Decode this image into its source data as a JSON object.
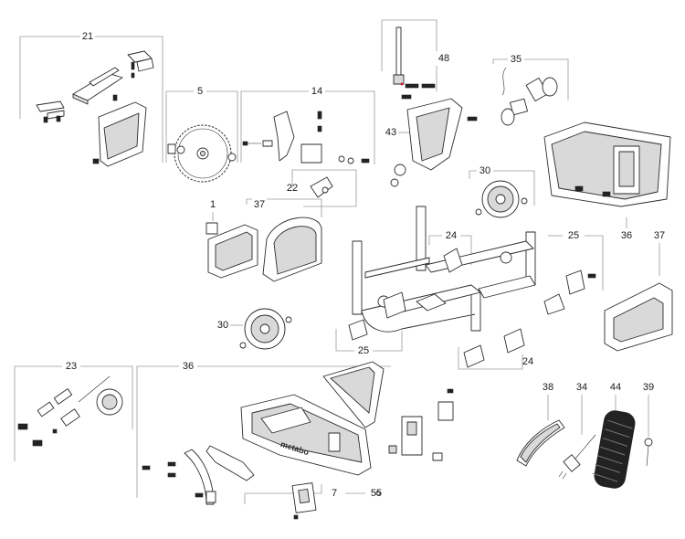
{
  "diagram": {
    "labels": {
      "l21": "21",
      "l5": "5",
      "l14": "14",
      "l48": "48",
      "l35": "35",
      "l43": "43",
      "l22": "22",
      "l1": "1",
      "l37a": "37",
      "l30a": "30",
      "l24a": "24",
      "l25a": "25",
      "l36a": "36",
      "l37b": "37",
      "l30b": "30",
      "l25b": "25",
      "l24b": "24",
      "l23": "23",
      "l36b": "36",
      "l38": "38",
      "l34": "34",
      "l44": "44",
      "l39": "39",
      "l7": "7",
      "l55": "55"
    },
    "brand_mark": "metabo",
    "colors": {
      "line": "#9a9a9a",
      "part_stroke": "#2b2b2b",
      "accent": "#c8242b"
    }
  }
}
